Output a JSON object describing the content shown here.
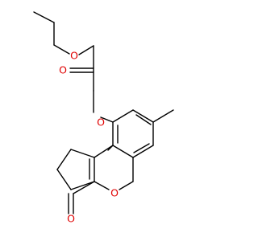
{
  "molecule": {
    "atoms": [
      {
        "id": "o_ester_single",
        "element": "O",
        "label": "O",
        "color": "#e00000"
      },
      {
        "id": "o_ester_carbonyl",
        "element": "O",
        "label": "O",
        "color": "#e00000"
      },
      {
        "id": "o_ether",
        "element": "O",
        "label": "O",
        "color": "#e00000"
      },
      {
        "id": "o_ring",
        "element": "O",
        "label": "O",
        "color": "#e00000"
      },
      {
        "id": "o_lactone_carbonyl",
        "element": "O",
        "label": "O",
        "color": "#e00000"
      }
    ],
    "bond_color": "#000000"
  }
}
